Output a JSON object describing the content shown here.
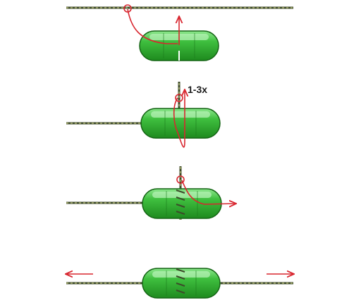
{
  "steps": [
    {
      "id": "step-1",
      "label": ""
    },
    {
      "id": "step-2",
      "label": "1-3x"
    },
    {
      "id": "step-3",
      "label": ""
    },
    {
      "id": "step-4",
      "label": ""
    }
  ],
  "colors": {
    "line_dark": "#3d4a2a",
    "line_light": "#a8ad6a",
    "bead_dark": "#1e8a1e",
    "bead_mid": "#3fbf3f",
    "bead_light": "#8fe88f",
    "bead_outline": "#146414",
    "arrow_red": "#d8262f",
    "label_text": "#1a1a1a"
  }
}
